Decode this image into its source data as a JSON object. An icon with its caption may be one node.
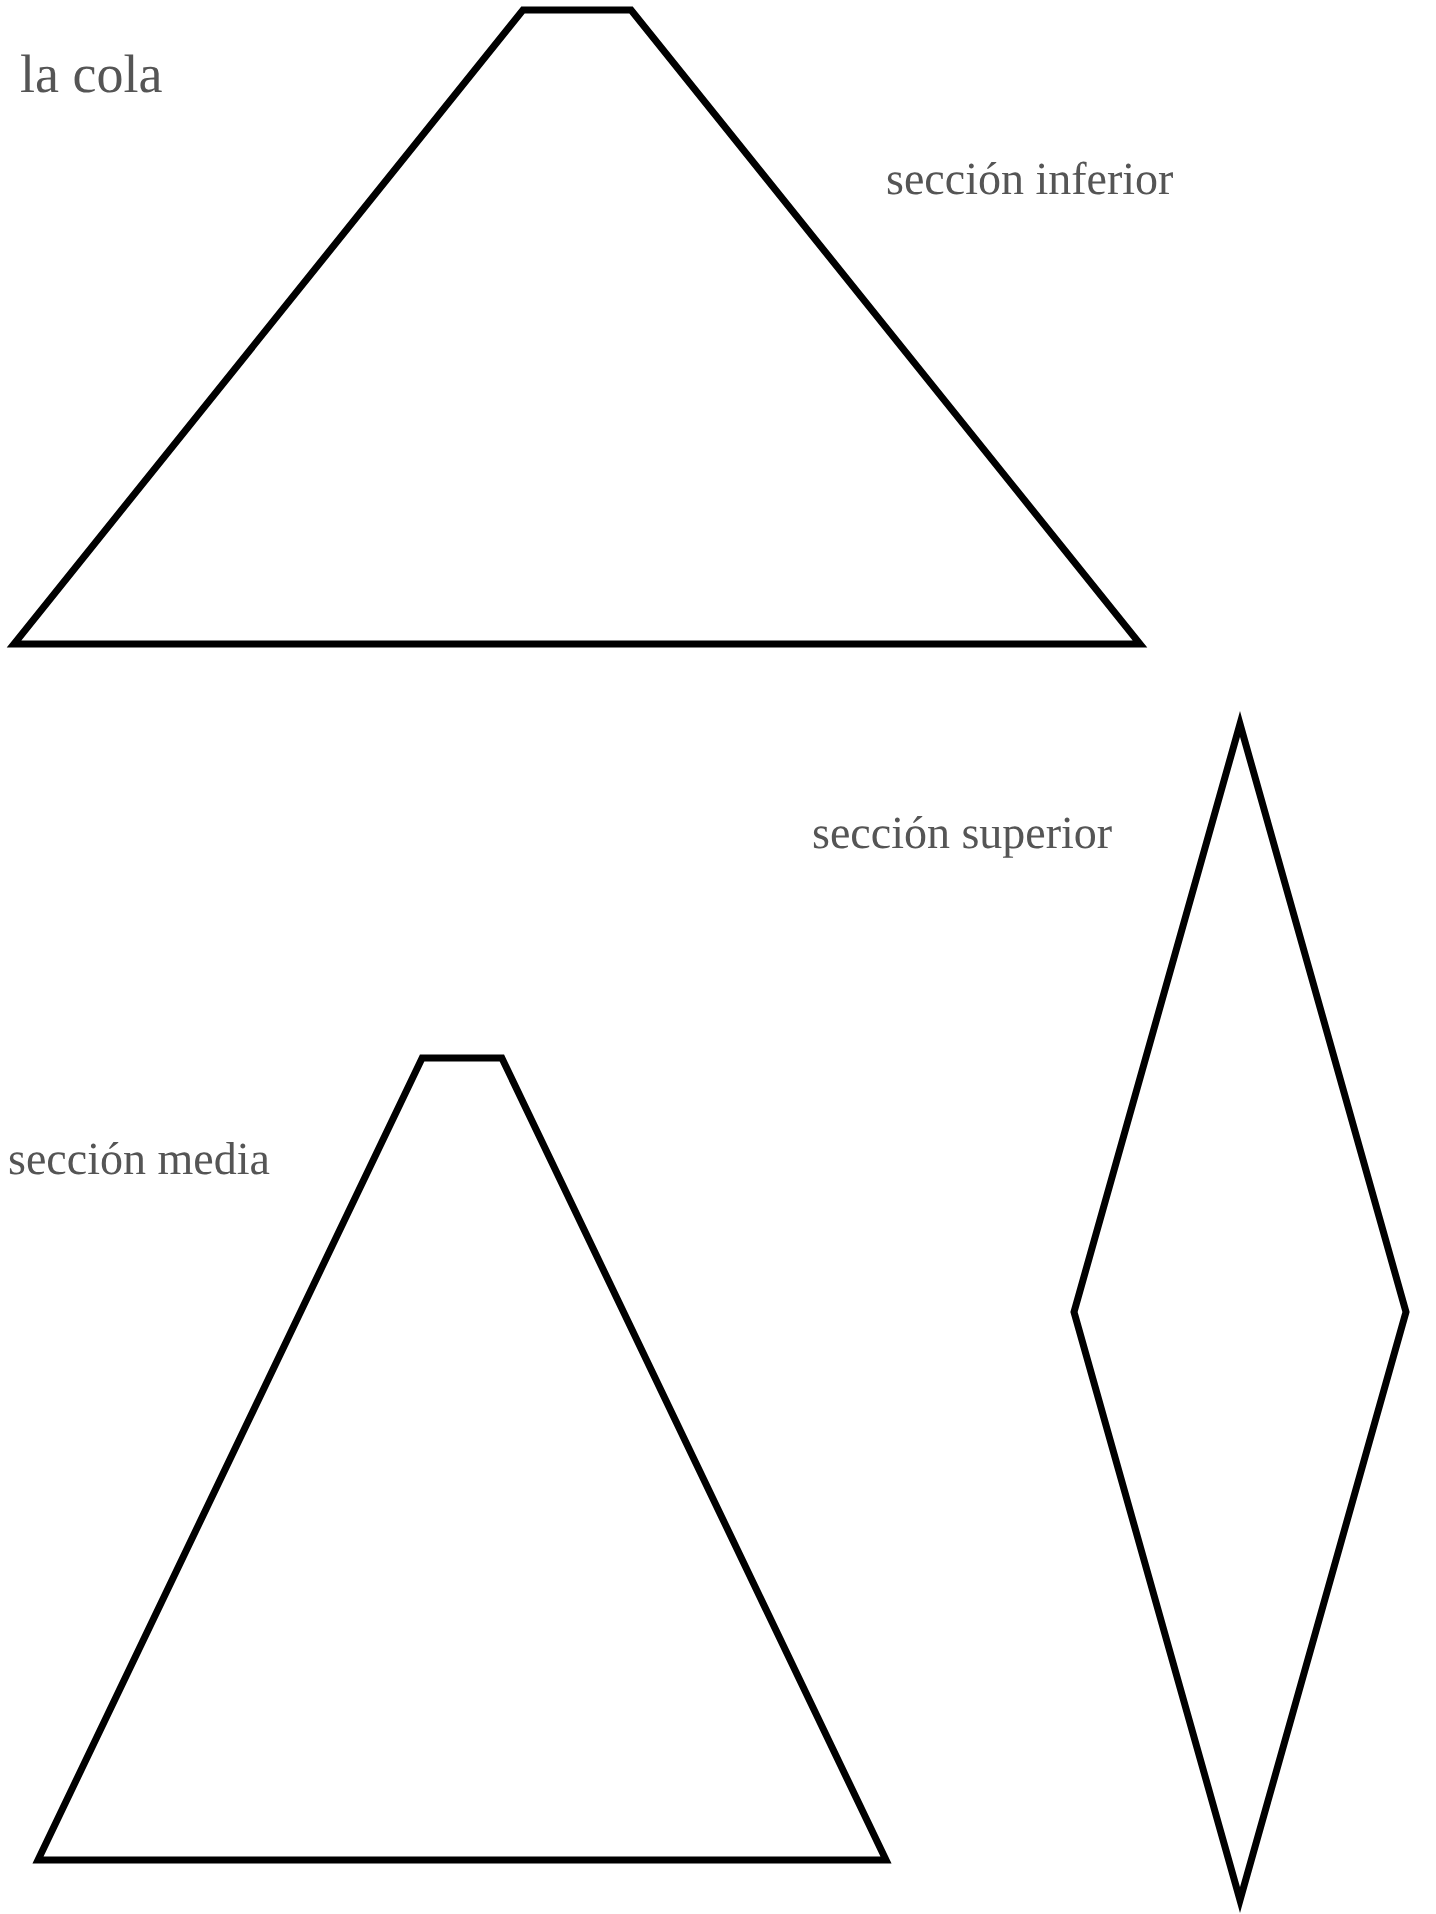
{
  "diagram": {
    "title": "la cola",
    "nodes": [
      {
        "text": [],
        "shape": "trapezoid",
        "beside": [
          "sección inferior"
        ]
      },
      {
        "text": [],
        "shape": "diamond",
        "beside": [
          "sección superior"
        ]
      },
      {
        "text": [],
        "shape": "trapezoid",
        "beside": [
          "sección media"
        ]
      }
    ],
    "edges": []
  }
}
